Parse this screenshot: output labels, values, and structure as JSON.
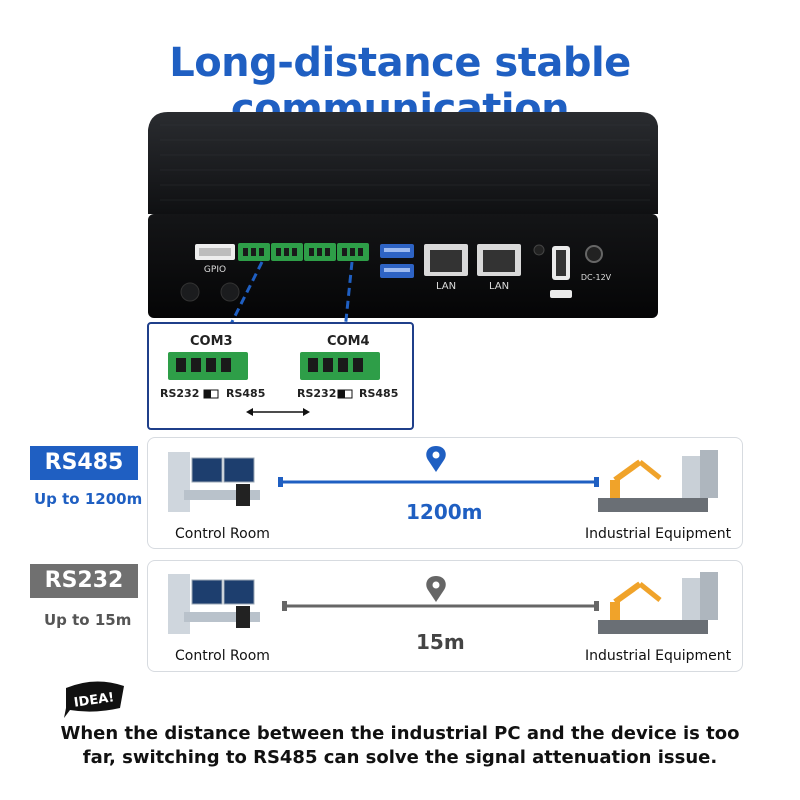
{
  "title": "Long-distance stable communication",
  "device": {
    "port_labels": {
      "gpio": "GPIO",
      "lan1": "LAN",
      "lan2": "LAN",
      "dc": "DC-12V"
    }
  },
  "com_panel": {
    "com3": {
      "label": "COM3",
      "left": "RS232",
      "right": "RS485"
    },
    "com4": {
      "label": "COM4",
      "left": "RS232",
      "right": "RS485"
    }
  },
  "rows": [
    {
      "badge": "RS485",
      "subtitle": "Up to 1200m",
      "distance": "1200m",
      "left_caption": "Control Room",
      "right_caption": "Industrial Equipment",
      "color": "#1f5fc2"
    },
    {
      "badge": "RS232",
      "subtitle": "Up to 15m",
      "distance": "15m",
      "left_caption": "Control Room",
      "right_caption": "Industrial Equipment",
      "color": "#666666"
    }
  ],
  "idea_label": "IDEA!",
  "footer": {
    "line1": "When the distance between the industrial PC and the device is too",
    "line2": "far, switching to RS485 can solve the signal attenuation issue."
  },
  "colors": {
    "accent": "#1f5fc2",
    "gray": "#666666",
    "border": "#d7dbe0"
  }
}
